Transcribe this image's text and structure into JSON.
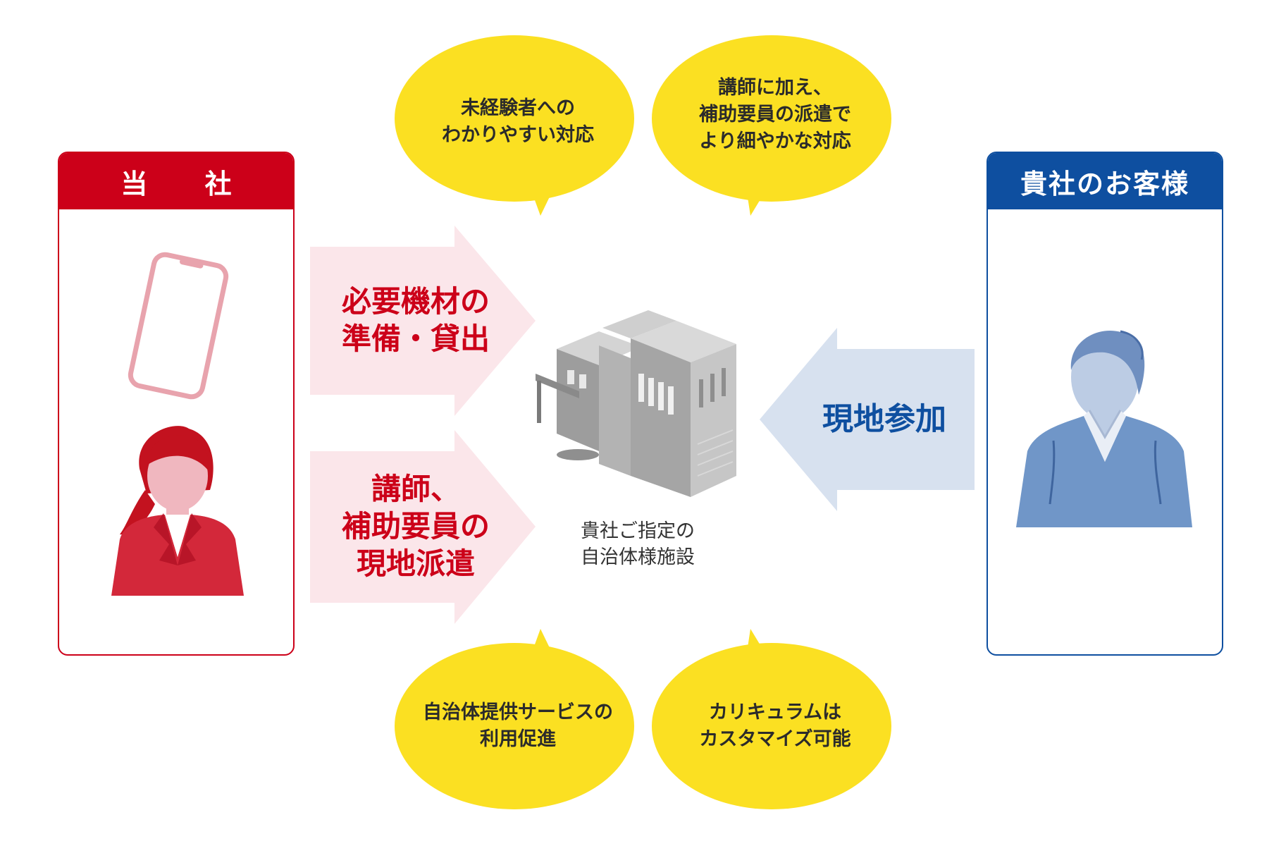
{
  "left_panel": {
    "title": "当 社"
  },
  "right_panel": {
    "title": "貴社のお客様"
  },
  "arrows": {
    "equipment": "必要機材の\n準備・貸出",
    "dispatch": "講師、\n補助要員の\n現地派遣",
    "participation": "現地参加"
  },
  "bubbles": {
    "top_left": "未経験者への\nわかりやすい対応",
    "top_right": "講師に加え、\n補助要員の派遣で\nより細やかな対応",
    "bottom_left": "自治体提供サービスの\n利用促進",
    "bottom_right": "カリキュラムは\nカスタマイズ可能"
  },
  "center": {
    "caption": "貴社ご指定の\n自治体様施設"
  },
  "icons": [
    "smartphone-icon",
    "businesswoman-icon",
    "building-icon",
    "man-customer-icon"
  ],
  "colors": {
    "red": "#cc0019",
    "blue": "#0e4fa0",
    "yellow": "#fbe022",
    "pink_arrow": "#fbe6ea",
    "blue_arrow": "#d7e1ef"
  }
}
